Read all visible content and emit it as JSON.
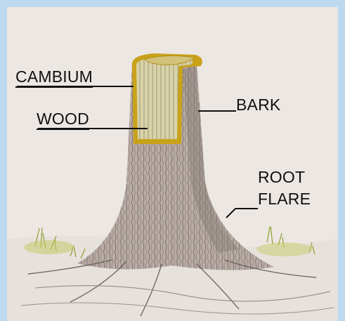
{
  "labels": {
    "cambium": "CAMBIUM",
    "wood": "WOOD",
    "bark": "BARK",
    "root_flare_line1": "ROOT",
    "root_flare_line2": "FLARE"
  },
  "colors": {
    "frame": "#bcd9f0",
    "paper": "#ece7e3",
    "cambium_ring": "#c9a21a",
    "wood": "#d8d2a8",
    "bark": "#a79a94",
    "grass": "#9aa83a"
  }
}
